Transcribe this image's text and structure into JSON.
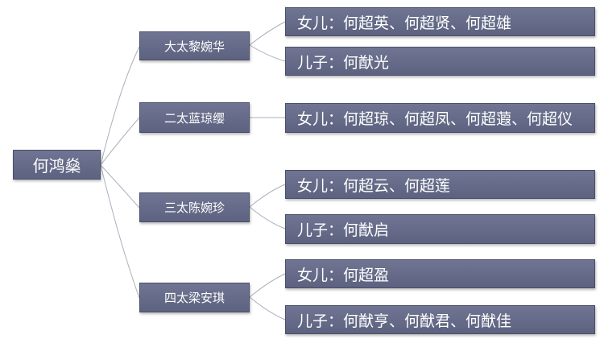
{
  "root": {
    "label": "何鸿燊"
  },
  "branches": [
    {
      "wife": "大太黎婉华",
      "children": [
        "女儿：何超英、何超贤、何超雄",
        "儿子：何猷光"
      ]
    },
    {
      "wife": "二太蓝琼缨",
      "children": [
        "女儿：何超琼、何超凤、何超蕸、何超仪"
      ]
    },
    {
      "wife": "三太陈婉珍",
      "children": [
        "女儿：何超云、何超莲",
        "儿子：何猷启"
      ]
    },
    {
      "wife": "四太梁安琪",
      "children": [
        "女儿：何超盈",
        "儿子：何猷亨、何猷君、何猷佳"
      ]
    }
  ],
  "colors": {
    "box_fill": "#66708c",
    "box_text": "#ffffff",
    "connector": "#aab0bd"
  }
}
